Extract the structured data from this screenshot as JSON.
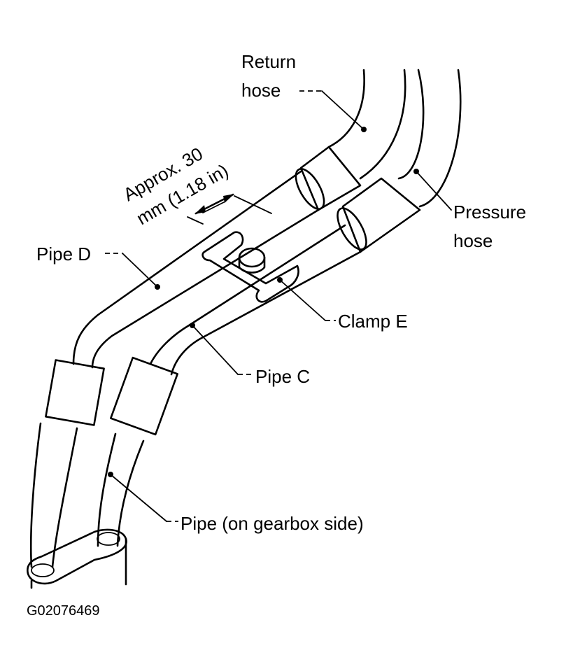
{
  "labels": {
    "return_hose_line1": "Return",
    "return_hose_line2": "hose",
    "pressure_hose_line1": "Pressure",
    "pressure_hose_line2": "hose",
    "dimension_line1": "Approx. 30",
    "dimension_line2": "mm (1.18 in)",
    "pipe_d": "Pipe D",
    "clamp_e": "Clamp E",
    "pipe_c": "Pipe C",
    "pipe_gearbox": "Pipe (on gearbox side)"
  },
  "figure_code": "G02076469"
}
